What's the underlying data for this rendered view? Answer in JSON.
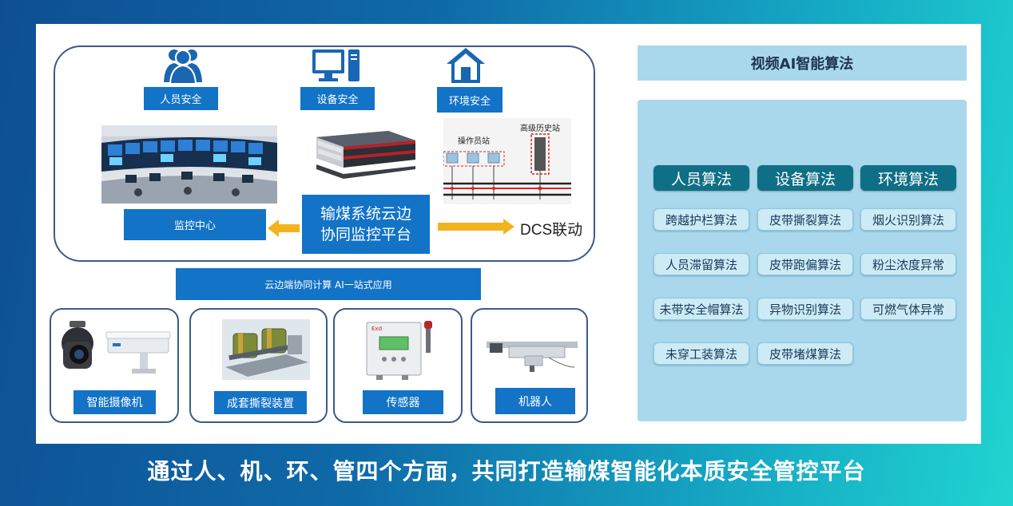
{
  "safety_labels": {
    "personnel": "人员安全",
    "equipment": "设备安全",
    "environment": "环境安全"
  },
  "monitor_center_label": "监控中心",
  "center_title_lines": [
    "输煤系统云边",
    "协同监控平台"
  ],
  "dcs_label": "DCS联动",
  "dcs_diagram": {
    "station_top": "高级历史站",
    "station_operator": "操作员站"
  },
  "cloud_bar_label": "云边端协同计算 AI一站式应用",
  "devices": {
    "camera": "智能摄像机",
    "tear_device": "成套撕裂装置",
    "sensor": "传感器",
    "robot": "机器人",
    "sensor_mark": "Exd"
  },
  "algo": {
    "header": "视频AI智能算法",
    "categories": [
      "人员算法",
      "设备算法",
      "环境算法"
    ],
    "personnel": [
      "跨越护栏算法",
      "人员滞留算法",
      "未带安全帽算法",
      "未穿工装算法"
    ],
    "equipment": [
      "皮带撕裂算法",
      "皮带跑偏算法",
      "异物识别算法",
      "皮带堵煤算法"
    ],
    "environment": [
      "烟火识别算法",
      "粉尘浓度异常",
      "可燃气体异常"
    ]
  },
  "caption": "通过人、机、环、管四个方面，共同打造输煤智能化本质安全管控平台",
  "colors": {
    "label_blue": "#1273c7",
    "frame_border": "#3c5a8a",
    "algo_panel": "#a9d8ec",
    "category_bg": "#0f6f86",
    "arrow": "#f2b41c"
  },
  "icons": [
    "people-icon",
    "monitor-icon",
    "house-icon"
  ]
}
